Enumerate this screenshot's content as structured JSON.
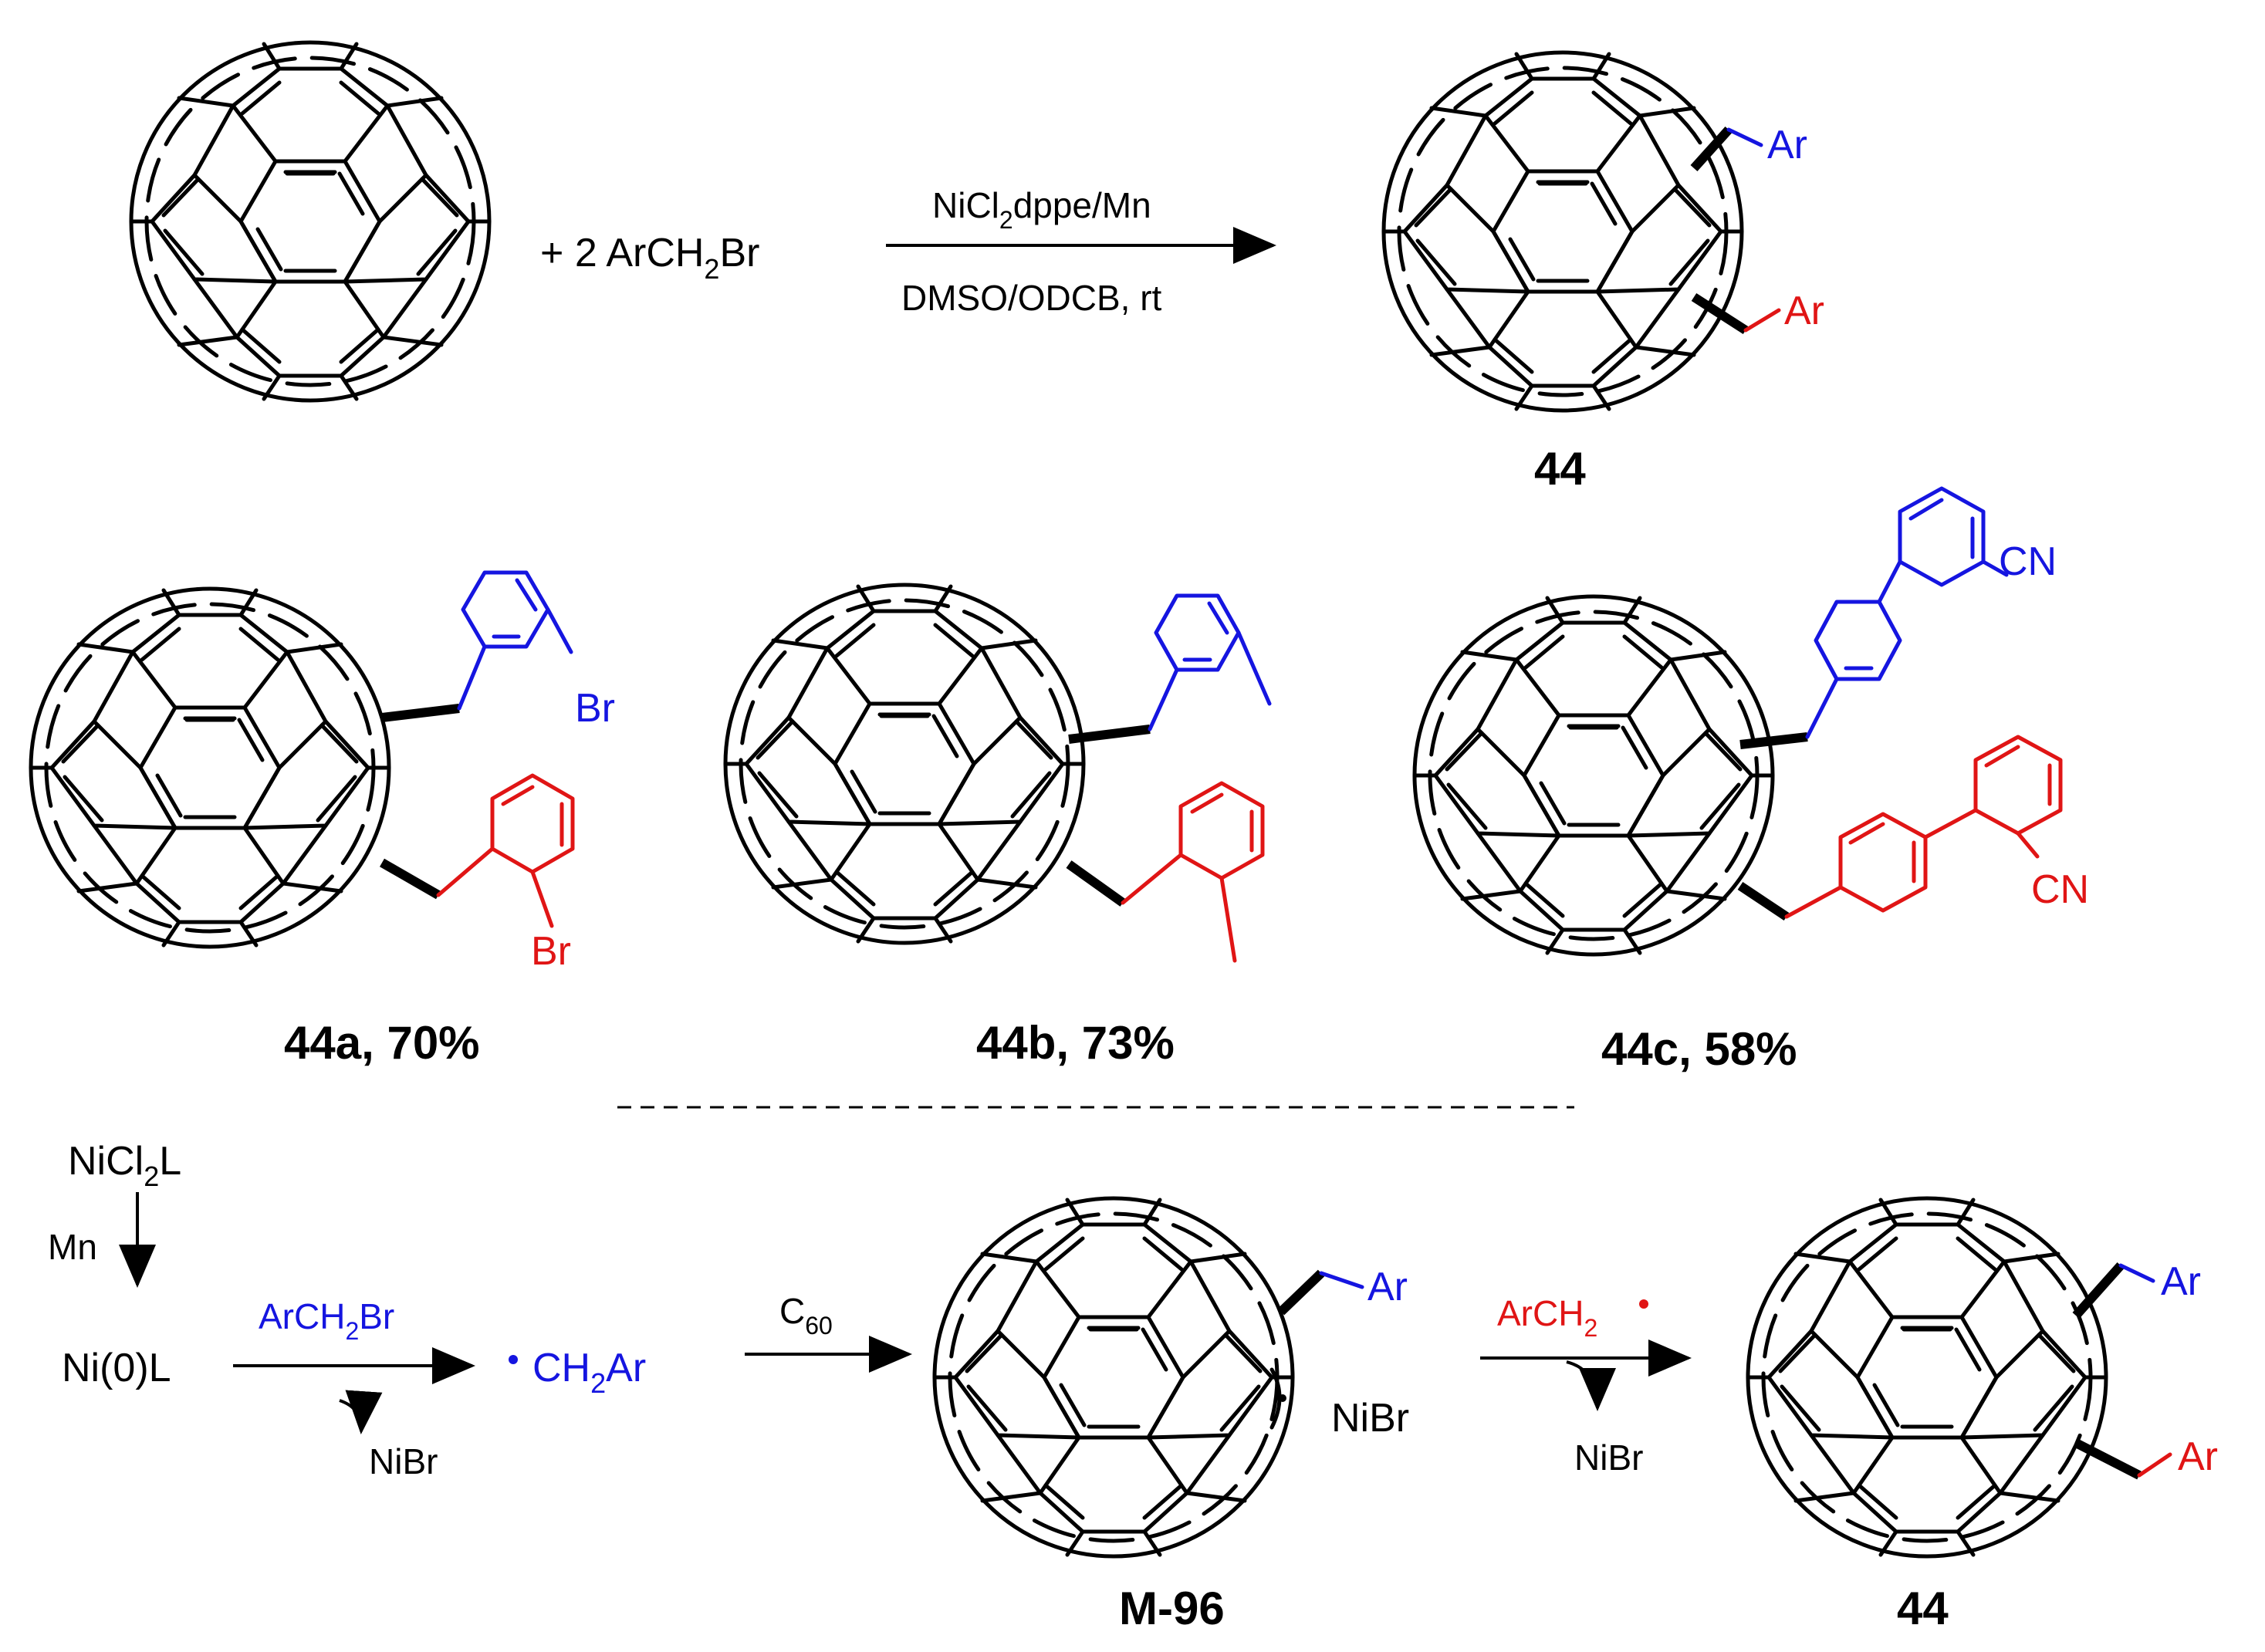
{
  "top_reaction": {
    "plus_reagent": "+  2 ArCH",
    "plus_reagent_sub": "2",
    "plus_reagent_end": "Br",
    "catalyst_a": "NiCl",
    "catalyst_sub": "2",
    "catalyst_b": "dppe/Mn",
    "conditions": "DMSO/ODCB, rt",
    "product_label": "44",
    "ar_top": "Ar",
    "ar_bottom": "Ar"
  },
  "examples": [
    {
      "label": "44a, 70%",
      "sub_top": "Br",
      "sub_bottom": "Br"
    },
    {
      "label": "44b, 73%"
    },
    {
      "label": "44c, 58%",
      "sub_top": "CN",
      "sub_bottom": "CN"
    }
  ],
  "mechanism": {
    "ni_start_a": "NiCl",
    "ni_start_sub": "2",
    "ni_start_b": "L",
    "mn": "Mn",
    "ni0": "Ni(0)L",
    "reagent_a": "ArCH",
    "reagent_sub": "2",
    "reagent_b": "Br",
    "nibr_1": "NiBr",
    "radical_a": "CH",
    "radical_sub": "2",
    "radical_b": "Ar",
    "c60_a": "C",
    "c60_sub": "60",
    "intermediate_label": "M-96",
    "intermediate_ar": "Ar",
    "nibr_2": "NiBr",
    "radical2_a": "ArCH",
    "radical2_sub": "2",
    "nibr_3": "NiBr",
    "product_label": "44",
    "ar_top": "Ar",
    "ar_bottom": "Ar"
  },
  "colors": {
    "blue": "#1515e0",
    "red": "#e01515",
    "black": "#000000"
  }
}
